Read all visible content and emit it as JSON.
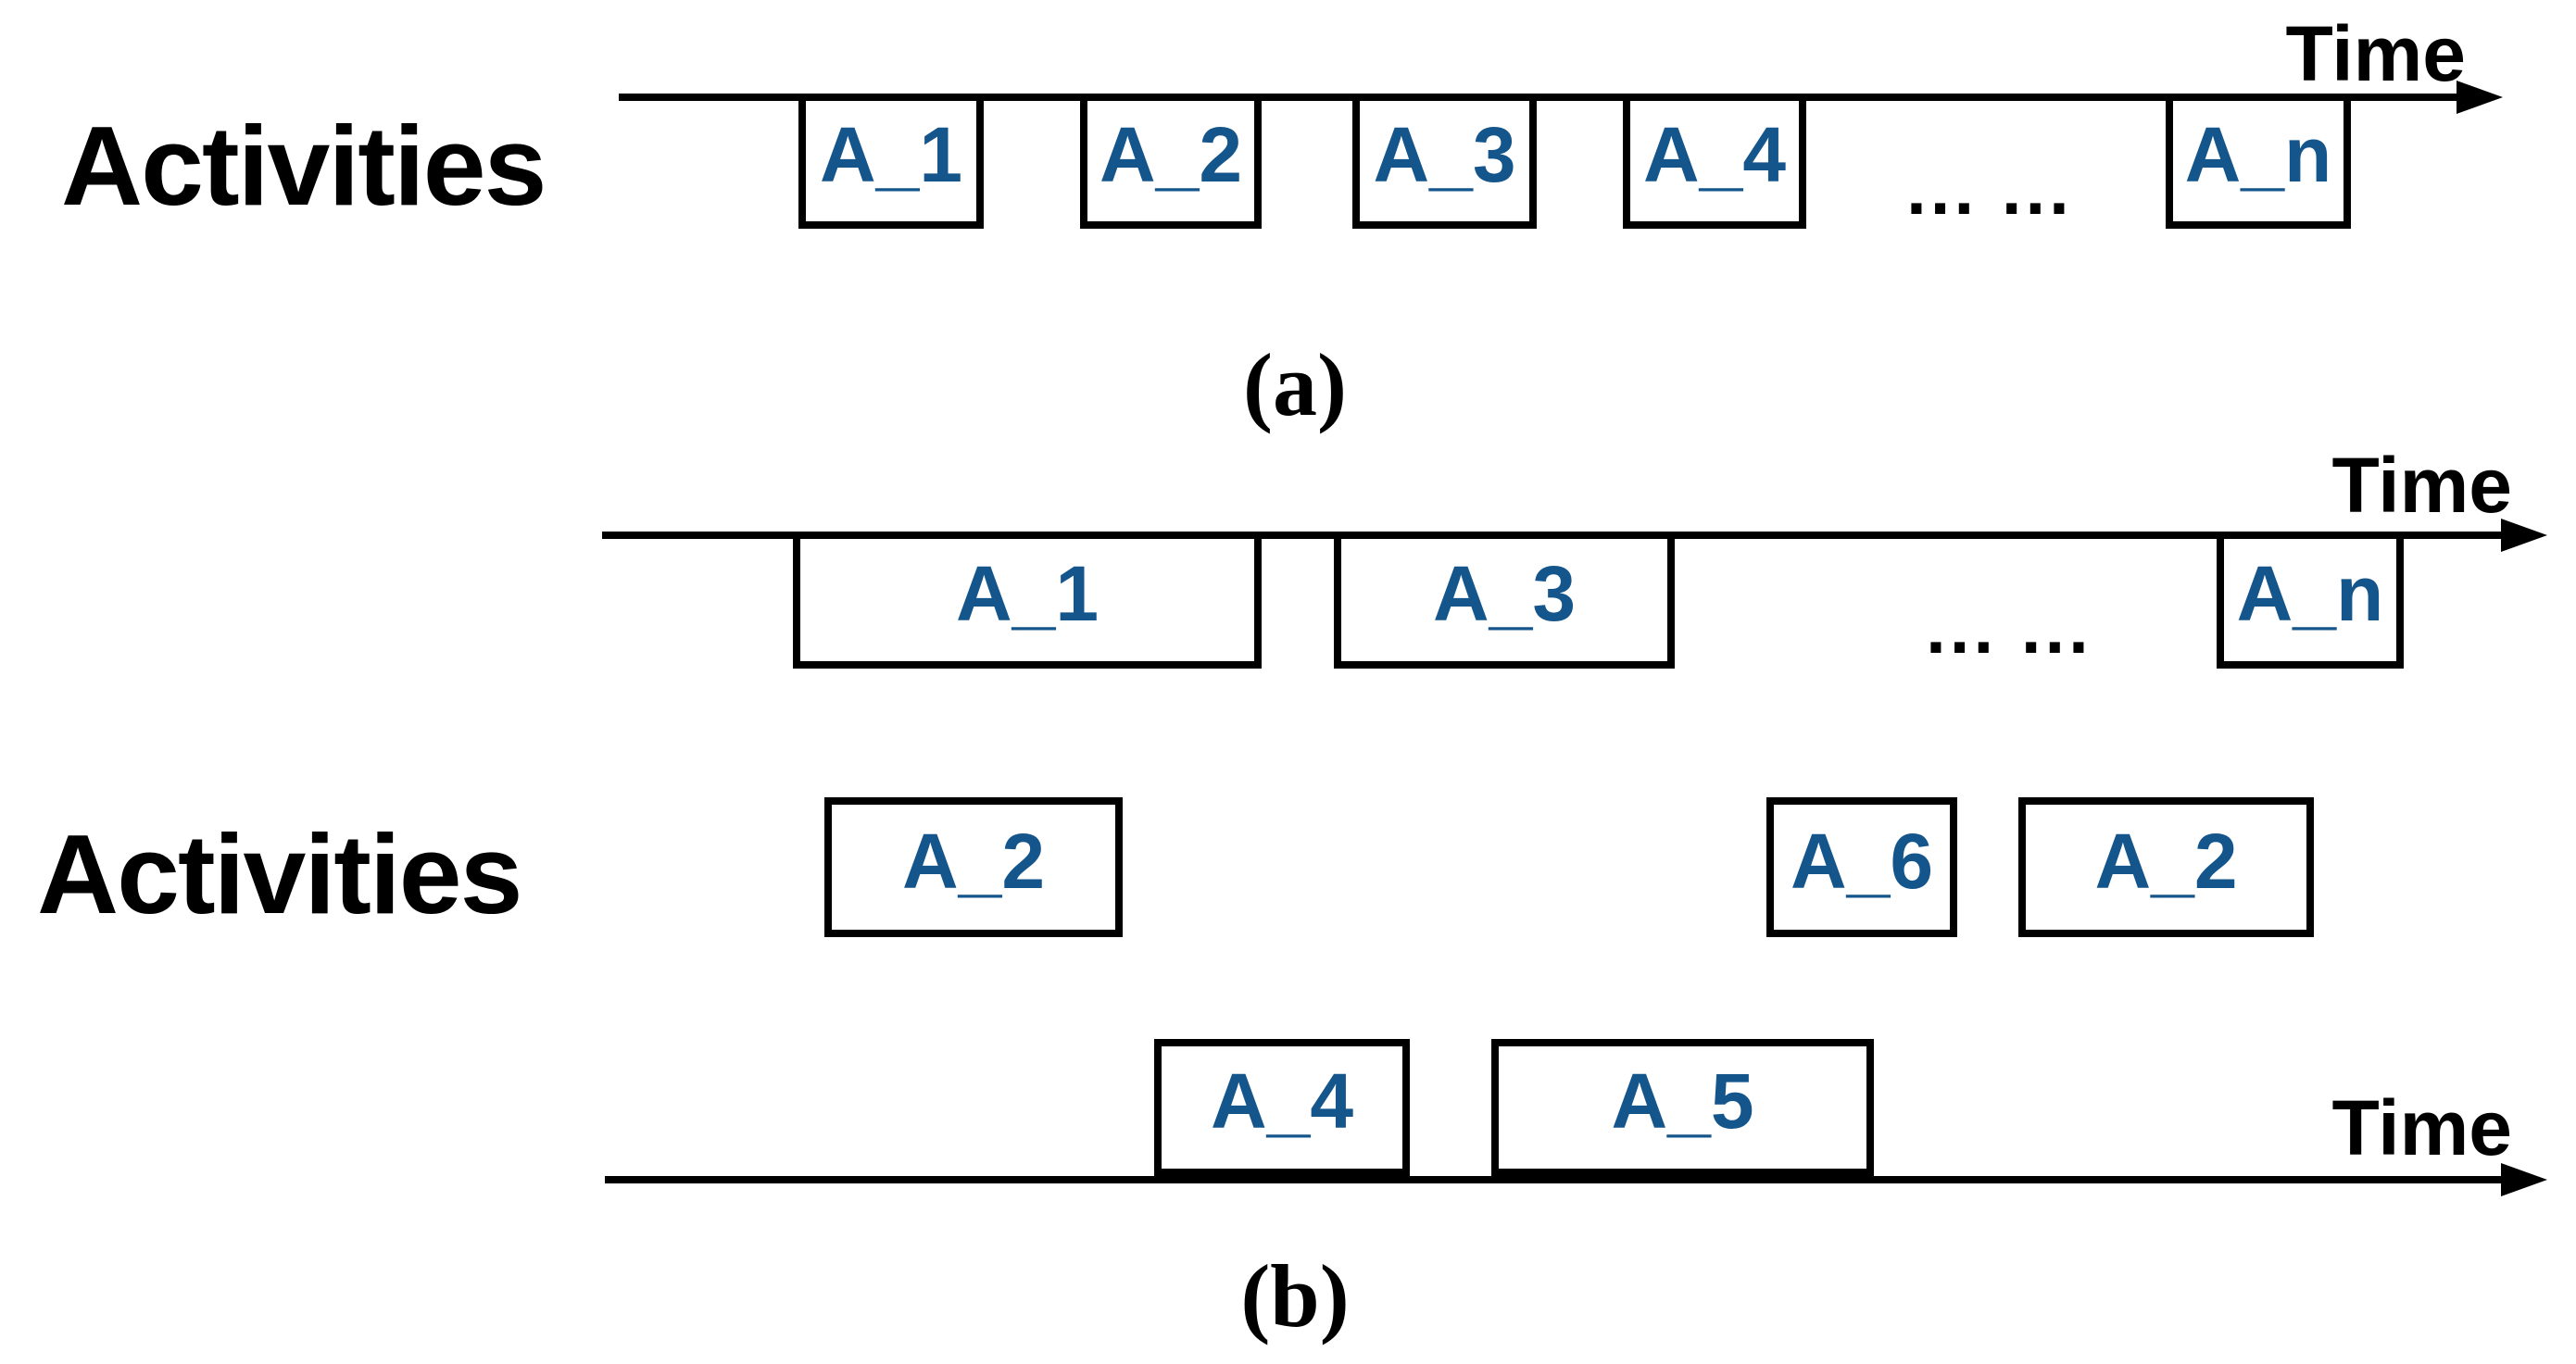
{
  "figure": {
    "type": "diagram",
    "description_colors": {
      "activity_text_blue": "#14558c",
      "line_black": "#000000",
      "background": "#ffffff"
    }
  },
  "panel_a": {
    "activities_label": "Activities",
    "time_label": "Time",
    "ellipsis": "... ...",
    "caption": "(a)",
    "boxes": [
      {
        "label": "A_1"
      },
      {
        "label": "A_2"
      },
      {
        "label": "A_3"
      },
      {
        "label": "A_4"
      },
      {
        "label": "A_n"
      }
    ]
  },
  "panel_b": {
    "activities_label": "Activities",
    "caption": "(b)",
    "row1": {
      "time_label": "Time",
      "ellipsis": "... ...",
      "boxes": [
        {
          "label": "A_1"
        },
        {
          "label": "A_3"
        },
        {
          "label": "A_n"
        }
      ]
    },
    "row2": {
      "boxes": [
        {
          "label": "A_2"
        },
        {
          "label": "A_6"
        },
        {
          "label": "A_2"
        }
      ]
    },
    "row3": {
      "time_label": "Time",
      "boxes": [
        {
          "label": "A_4"
        },
        {
          "label": "A_5"
        }
      ]
    }
  }
}
